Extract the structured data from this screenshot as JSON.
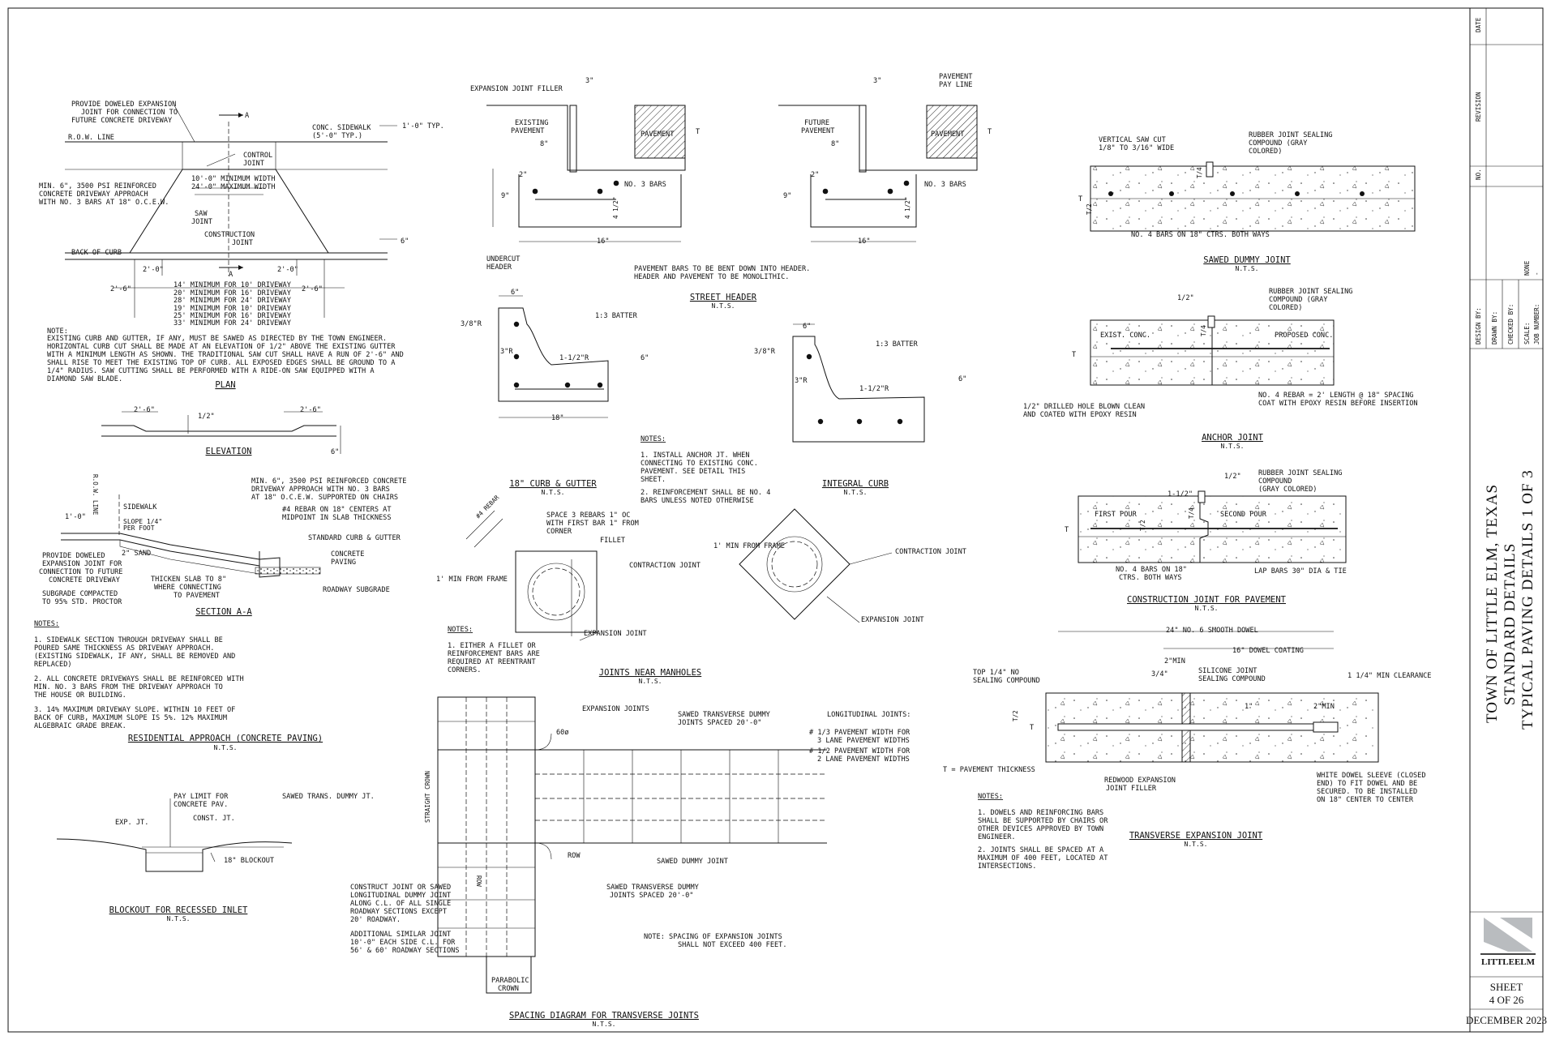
{
  "title_block": {
    "title_lines": [
      "TOWN OF LITTLE ELM, TEXAS",
      "STANDARD DETAILS",
      "TYPICAL PAVING DETAILS 1 OF 3"
    ],
    "sheet_label": "SHEET",
    "sheet_number": "4 OF 26",
    "date": "DECEMBER 2023",
    "logo_text": "LITTLEELM",
    "cols": [
      "DATE",
      "REVISION",
      "NO."
    ],
    "fields": [
      "DESIGN BY:",
      "DRAWN BY:",
      "CHECKED BY:",
      "SCALE:",
      "JOB NUMBER:"
    ],
    "scale_value": "NONE",
    "job_value": "-"
  },
  "plan": {
    "labels": [
      "PROVIDE DOWELED EXPANSION",
      "JOINT FOR CONNECTION TO",
      "FUTURE CONCRETE DRIVEWAY",
      "R.O.W. LINE",
      "CONC. SIDEWALK",
      "(5'-0\" TYP.)",
      "1'-0\" TYP.",
      "CONTROL",
      "JOINT",
      "10'-0\" MINIMUM WIDTH",
      "24'-0\" MAXIMUM WIDTH",
      "MIN. 6\", 3500 PSI REINFORCED",
      "CONCRETE DRIVEWAY APPROACH",
      "WITH NO. 3 BARS AT 18\" O.C.E.W.",
      "SAW",
      "JOINT",
      "CONSTRUCTION",
      "JOINT",
      "BACK OF CURB",
      "6\"",
      "A",
      "A",
      "2'-0\"",
      "2'-0\"",
      "2'-6\"",
      "2'-6\"",
      "14' MINIMUM FOR 10' DRIVEWAY",
      "20' MINIMUM FOR 16' DRIVEWAY",
      "28' MINIMUM FOR 24' DRIVEWAY",
      "19' MINIMUM FOR 10' DRIVEWAY",
      "25' MINIMUM FOR 16' DRIVEWAY",
      "33' MINIMUM FOR 24' DRIVEWAY"
    ],
    "note": [
      "NOTE:",
      "EXISTING CURB AND GUTTER, IF ANY, MUST BE SAWED AS DIRECTED BY THE TOWN ENGINEER.",
      "HORIZONTAL CURB CUT SHALL BE MADE AT AN ELEVATION OF 1/2\" ABOVE THE EXISTING GUTTER",
      "WITH A MINIMUM LENGTH AS SHOWN. THE TRADITIONAL SAW CUT SHALL HAVE A RUN OF 2'-6\" AND",
      "SHALL RISE TO MEET THE EXISTING TOP OF CURB. ALL EXPOSED EDGES SHALL BE GROUND TO A",
      "1/4\" RADIUS. SAW CUTTING SHALL BE PERFORMED WITH A RIDE-ON SAW EQUIPPED WITH A",
      "DIAMOND SAW BLADE."
    ],
    "title": "PLAN"
  },
  "elevation": {
    "labels": [
      "2'-6\"",
      "1/2\"",
      "2'-6\"",
      "6\""
    ],
    "title": "ELEVATION"
  },
  "section_aa": {
    "labels": [
      "R.O.W. LINE",
      "SIDEWALK",
      "SLOPE 1/4\"",
      "PER FOOT",
      "1'-0\"",
      "2\" SAND",
      "MIN. 6\", 3500 PSI REINFORCED CONCRETE",
      "DRIVEWAY APPROACH WITH NO. 3 BARS",
      "AT 18\" O.C.E.W. SUPPORTED ON CHAIRS",
      "#4 REBAR ON 18\" CENTERS AT",
      "MIDPOINT IN SLAB THICKNESS",
      "STANDARD CURB & GUTTER",
      "CONCRETE",
      "PAVING",
      "PROVIDE DOWELED",
      "EXPANSION JOINT FOR",
      "CONNECTION TO FUTURE",
      "CONCRETE DRIVEWAY",
      "THICKEN SLAB TO 8\"",
      "WHERE CONNECTING",
      "TO PAVEMENT",
      "SUBGRADE COMPACTED",
      "TO 95% STD. PROCTOR",
      "ROADWAY SUBGRADE"
    ],
    "title": "SECTION A-A"
  },
  "residential_notes": [
    "NOTES:",
    "1.  SIDEWALK SECTION THROUGH DRIVEWAY SHALL BE",
    "    POURED SAME THICKNESS AS DRIVEWAY APPROACH.",
    "    (EXISTING SIDEWALK, IF ANY, SHALL BE REMOVED AND",
    "    REPLACED)",
    "2.  ALL CONCRETE DRIVEWAYS SHALL BE REINFORCED WITH",
    "    MIN. NO. 3 BARS FROM THE DRIVEWAY APPROACH TO",
    "    THE HOUSE OR BUILDING.",
    "3.  14% MAXIMUM DRIVEWAY SLOPE. WITHIN 10 FEET OF",
    "    BACK OF CURB, MAXIMUM SLOPE IS 5%. 12% MAXIMUM",
    "    ALGEBRAIC GRADE BREAK."
  ],
  "residential_title": "RESIDENTIAL APPROACH (CONCRETE PAVING)",
  "nts": "N.T.S.",
  "blockout": {
    "labels": [
      "PAY LIMIT FOR",
      "CONCRETE PAV.",
      "SAWED TRANS. DUMMY JT.",
      "EXP. JT.",
      "CONST. JT.",
      "18\" BLOCKOUT"
    ],
    "title": "BLOCKOUT FOR RECESSED INLET"
  },
  "street_header": {
    "labels": [
      "EXPANSION JOINT FILLER",
      "3\"",
      "EXISTING",
      "PAVEMENT",
      "8\"",
      "PAVEMENT",
      "2\"",
      "9\"",
      "NO. 3 BARS",
      "4 1/2\"",
      "16\"",
      "UNDERCUT",
      "HEADER",
      "T",
      "3\"",
      "PAVEMENT",
      "PAY LINE",
      "FUTURE",
      "PAVEMENT",
      "8\"",
      "PAVEMENT",
      "2\"",
      "9\"",
      "NO. 3 BARS",
      "4 1/2\"",
      "16\"",
      "T"
    ],
    "note": [
      "PAVEMENT BARS TO BE BENT DOWN INTO HEADER.",
      "HEADER AND PAVEMENT TO BE MONOLITHIC."
    ],
    "title": "STREET HEADER"
  },
  "curb_gutter": {
    "labels": [
      "6\"",
      "3/8\"R",
      "1:3 BATTER",
      "3\"R",
      "1-1/2\"R",
      "6\"",
      "18\""
    ],
    "title": "18\" CURB & GUTTER"
  },
  "integral_curb": {
    "labels": [
      "6\"",
      "3/8\"R",
      "1:3 BATTER",
      "3\"R",
      "1-1/2\"R",
      "6\""
    ],
    "title": "INTEGRAL CURB"
  },
  "curb_notes": [
    "NOTES:",
    "1.  INSTALL ANCHOR JT. WHEN",
    "    CONNECTING TO EXISTING CONC.",
    "    PAVEMENT. SEE DETAIL THIS",
    "    SHEET.",
    "2.  REINFORCEMENT SHALL BE NO. 4",
    "    BARS UNLESS NOTED OTHERWISE"
  ],
  "manholes": {
    "labels": [
      "#4 REBAR",
      "SPACE 3 REBARS 1\" OC",
      "WITH FIRST BAR 1\" FROM",
      "CORNER",
      "FILLET",
      "1' MIN FROM FRAME",
      "CONTRACTION JOINT",
      "EXPANSION JOINT",
      "1' MIN FROM FRAME",
      "CONTRACTION JOINT",
      "EXPANSION JOINT"
    ],
    "notes": [
      "NOTES:",
      "1.  EITHER A FILLET OR",
      "    REINFORCEMENT BARS ARE",
      "    REQUIRED AT REENTRANT",
      "    CORNERS."
    ],
    "title": "JOINTS NEAR MANHOLES"
  },
  "spacing": {
    "labels": [
      "EXPANSION JOINTS",
      "60ø",
      "SAWED TRANSVERSE DUMMY",
      "JOINTS SPACED 20'-0\"",
      "LONGITUDINAL JOINTS:",
      "# 1/3 PAVEMENT WIDTH FOR",
      "3 LANE PAVEMENT WIDTHS",
      "# 1/2 PAVEMENT WIDTH FOR",
      "2 LANE PAVEMENT WIDTHS",
      "STRAIGHT CROWN",
      "ROW",
      "ROW",
      "SAWED DUMMY JOINT",
      "CONSTRUCT JOINT OR SAWED",
      "LONGITUDINAL DUMMY JOINT",
      "ALONG C.L. OF ALL SINGLE",
      "ROADWAY SECTIONS EXCEPT",
      "20' ROADWAY.",
      "SAWED TRANSVERSE DUMMY",
      "JOINTS SPACED 20'-0\"",
      "ADDITIONAL SIMILAR JOINT",
      "10'-0\" EACH SIDE C.L. FOR",
      "56' & 60' ROADWAY SECTIONS",
      "PARABOLIC",
      "CROWN",
      "NOTE:  SPACING OF EXPANSION JOINTS",
      "SHALL NOT EXCEED 400 FEET."
    ],
    "title": "SPACING DIAGRAM FOR TRANSVERSE JOINTS"
  },
  "sawed_dummy": {
    "labels": [
      "VERTICAL SAW CUT",
      "1/8\" TO 3/16\" WIDE",
      "RUBBER JOINT SEALING",
      "COMPOUND (GRAY",
      "COLORED)",
      "T/4",
      "T",
      "T/2",
      "NO. 4 BARS ON 18\" CTRS. BOTH WAYS"
    ],
    "title": "SAWED DUMMY JOINT"
  },
  "anchor": {
    "labels": [
      "1/2\"",
      "RUBBER JOINT SEALING",
      "COMPOUND (GRAY",
      "COLORED)",
      "EXIST. CONC.",
      "PROPOSED CONC.",
      "T",
      "T/4",
      "1/2\" DRILLED HOLE BLOWN CLEAN",
      "AND COATED WITH EPOXY RESIN",
      "NO. 4 REBAR = 2' LENGTH @ 18\" SPACING",
      "COAT WITH EPOXY RESIN BEFORE INSERTION"
    ],
    "title": "ANCHOR JOINT"
  },
  "construction_joint": {
    "labels": [
      "1/2\"",
      "RUBBER JOINT SEALING",
      "COMPOUND",
      "(GRAY COLORED)",
      "1-1/2\"",
      "FIRST POUR",
      "SECOND POUR",
      "T/4",
      "T/2",
      "T",
      "NO. 4 BARS ON 18\"",
      "CTRS. BOTH WAYS",
      "LAP BARS 30\" DIA & TIE"
    ],
    "title": "CONSTRUCTION JOINT FOR PAVEMENT"
  },
  "transverse": {
    "labels": [
      "24\" NO. 6 SMOOTH DOWEL",
      "16\" DOWEL COATING",
      "2\"MIN",
      "3/4\"",
      "TOP 1/4\" NO",
      "SEALING COMPOUND",
      "SILICONE JOINT",
      "SEALING COMPOUND",
      "1 1/4\" MIN CLEARANCE",
      "2\"MIN",
      "T/2",
      "T",
      "T = PAVEMENT THICKNESS",
      "REDWOOD EXPANSION",
      "JOINT FILLER",
      "WHITE DOWEL SLEEVE (CLOSED",
      "END) TO FIT DOWEL AND BE",
      "SECURED. TO BE INSTALLED",
      "ON 18\" CENTER TO CENTER",
      "1\""
    ],
    "notes": [
      "NOTES:",
      "1.  DOWELS AND REINFORCING BARS",
      "    SHALL BE SUPPORTED BY CHAIRS OR",
      "    OTHER DEVICES APPROVED BY TOWN",
      "    ENGINEER.",
      "2.  JOINTS SHALL BE SPACED AT A",
      "    MAXIMUM OF 400 FEET, LOCATED AT",
      "    INTERSECTIONS."
    ],
    "title": "TRANSVERSE EXPANSION JOINT"
  }
}
